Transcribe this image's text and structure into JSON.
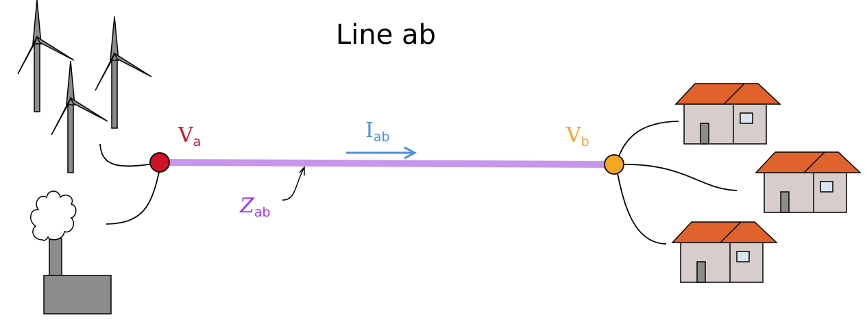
{
  "title": "Line ab",
  "labels": {
    "va": {
      "main": "V",
      "sub": "a"
    },
    "vb": {
      "main": "V",
      "sub": "b"
    },
    "iab": {
      "main": "I",
      "sub": "ab"
    },
    "zab": {
      "main": "Z",
      "sub": "ab"
    }
  },
  "colors": {
    "line": "#c795ec",
    "bus_a": "#cc1426",
    "bus_b": "#f5a623",
    "va_text": "#cc1426",
    "vb_text": "#f5a623",
    "current": "#4a90e2",
    "impedance": "#9b30ff",
    "turbine": "#8c8c8c",
    "factory": "#8c8c8c",
    "house_wall": "#d7cdcb",
    "house_roof": "#e0622d",
    "house_window": "#d9e6f2",
    "house_door": "#8c8c8c"
  },
  "icons": [
    "wind-turbine-icon",
    "factory-icon",
    "house-icon"
  ]
}
